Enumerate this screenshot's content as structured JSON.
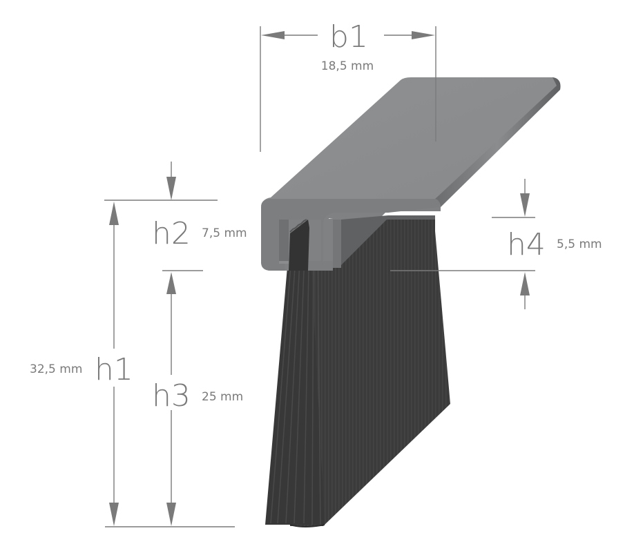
{
  "diagram": {
    "subject": "brush strip profile with aluminium holder",
    "colors": {
      "dimension_lines": "#7a7a7a",
      "profile_top": "#8a8c8e",
      "profile_front": "#7d7f81",
      "profile_edge": "#6c6e70",
      "brush": "#3c3c3c",
      "brush_dark": "#2f2f2f",
      "background": "#ffffff"
    },
    "dimensions": {
      "b1": {
        "label": "b1",
        "value": "18,5 mm"
      },
      "h1": {
        "label": "h1",
        "value": "32,5 mm"
      },
      "h2": {
        "label": "h2",
        "value": "7,5 mm"
      },
      "h3": {
        "label": "h3",
        "value": "25 mm"
      },
      "h4": {
        "label": "h4",
        "value": "5,5 mm"
      }
    }
  }
}
